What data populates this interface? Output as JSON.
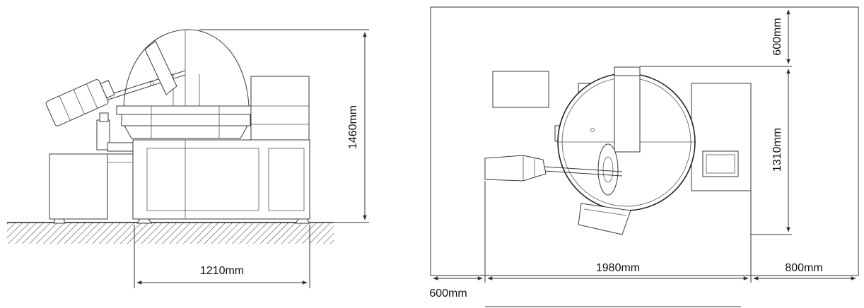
{
  "front_view": {
    "width_label": "1210mm",
    "height_label": "1460mm"
  },
  "top_view": {
    "top_clearance_label": "600mm",
    "depth_label": "1310mm",
    "length_label": "1980mm",
    "right_clearance_label": "800mm",
    "left_clearance_label": "600mm"
  }
}
